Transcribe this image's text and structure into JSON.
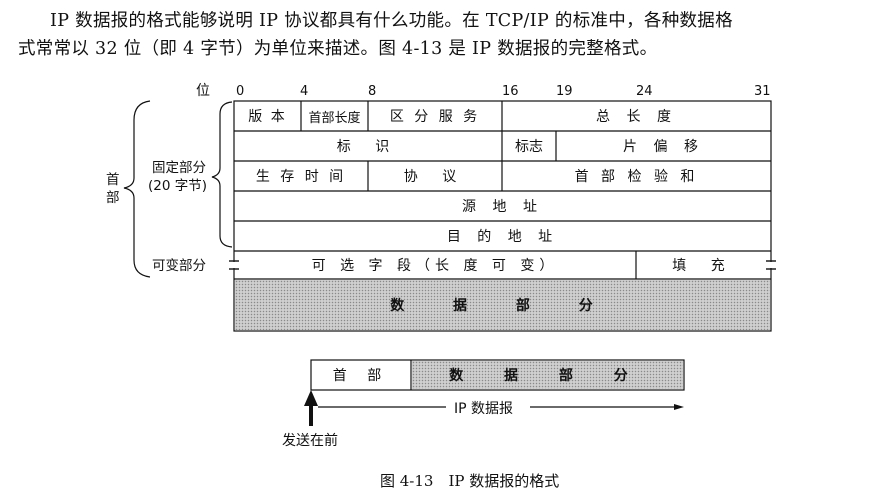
{
  "intro": {
    "line1": "IP 数据报的格式能够说明 IP 协议都具有什么功能。在 TCP/IP 的标准中，各种数据格",
    "line2": "式常常以 32 位（即 4 字节）为单位来描述。图 4-13 是 IP 数据报的完整格式。"
  },
  "diagram": {
    "bit_label": "位",
    "bit_positions": [
      "0",
      "4",
      "8",
      "16",
      "19",
      "24",
      "31"
    ],
    "side_labels": {
      "header_l1": "首",
      "header_l2": "部",
      "fixed_l1": "固定部分",
      "fixed_l2": "(20 字节)",
      "variable": "可变部分"
    },
    "rows": {
      "r1": [
        "版 本",
        "首部长度",
        "区 分 服 务",
        "总 长 度"
      ],
      "r2": [
        "标 识",
        "标志",
        "片 偏 移"
      ],
      "r3": [
        "生 存 时 间",
        "协 议",
        "首 部 检 验 和"
      ],
      "r4": [
        "源 地 址"
      ],
      "r5": [
        "目 的 地 址"
      ],
      "r6": [
        "可 选 字 段（长 度 可 变）",
        "填 充"
      ],
      "data": "数 据 部 分"
    }
  },
  "bottom_bar": {
    "header": "首 部",
    "data": "数 据 部 分",
    "datagram_label": "IP 数据报",
    "send_first": "发送在前"
  },
  "caption": "图 4-13　IP 数据报的格式"
}
